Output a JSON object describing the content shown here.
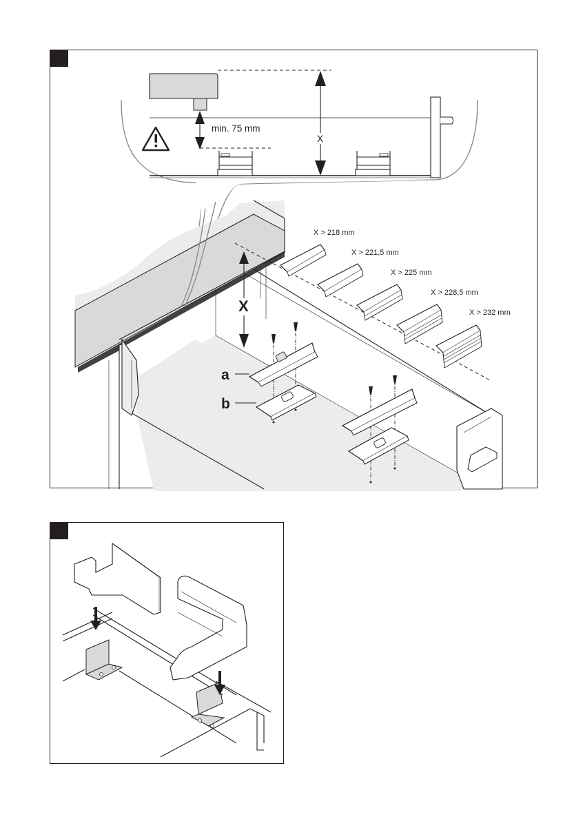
{
  "page": {
    "panels": [
      {
        "id": "step-1",
        "detail": {
          "clearance_label": "min. 75 mm",
          "dimension_label": "X",
          "warning_icon": "warning-triangle-icon"
        },
        "main": {
          "dimension_label": "X",
          "part_labels": [
            "a",
            "b"
          ],
          "spacer_options": [
            {
              "label": "X > 218 mm",
              "stack_layers": 0
            },
            {
              "label": "X > 221,5 mm",
              "stack_layers": 1
            },
            {
              "label": "X > 225 mm",
              "stack_layers": 2
            },
            {
              "label": "X > 228,5 mm",
              "stack_layers": 3
            },
            {
              "label": "X > 232 mm",
              "stack_layers": 4
            }
          ]
        }
      },
      {
        "id": "step-2",
        "icons": [
          "down-arrow-icon",
          "down-arrow-icon"
        ]
      }
    ],
    "colors": {
      "ink": "#231f20",
      "fill_grey": "#d9d9d9",
      "fill_light": "#ececec",
      "bubble_line": "#8a8a8a"
    }
  }
}
